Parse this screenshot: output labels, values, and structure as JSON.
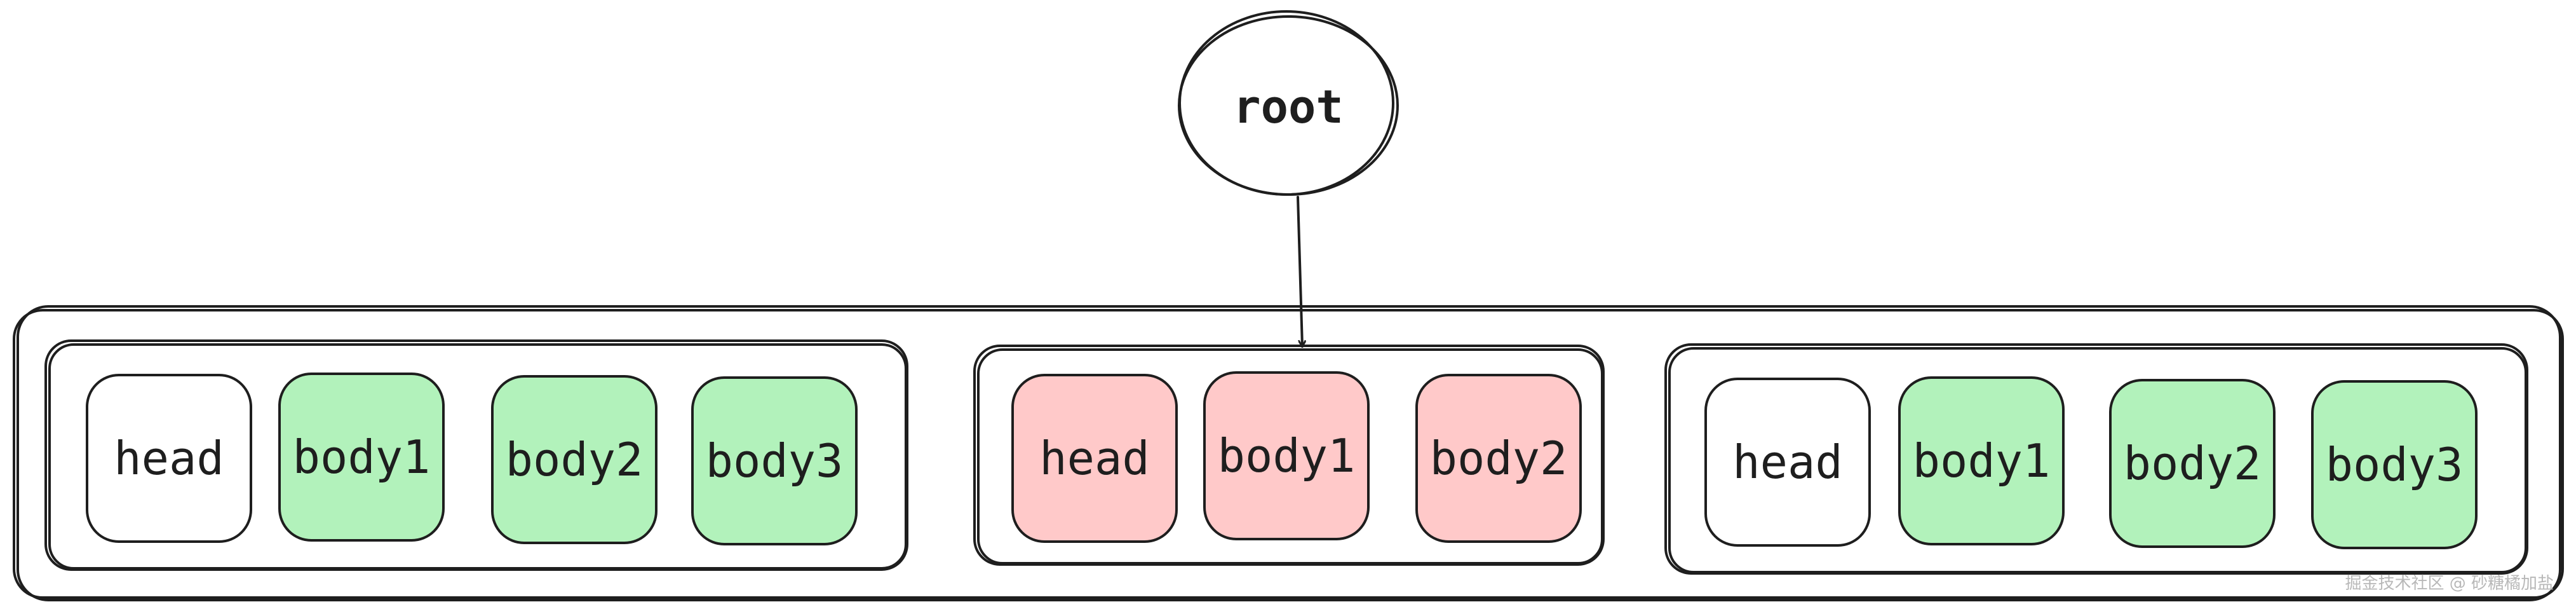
{
  "root": {
    "label": "root"
  },
  "groups": [
    {
      "items": [
        {
          "label": "head",
          "state": "plain"
        },
        {
          "label": "body1",
          "state": "ok"
        },
        {
          "label": "body2",
          "state": "ok"
        },
        {
          "label": "body3",
          "state": "ok"
        }
      ]
    },
    {
      "items": [
        {
          "label": "head",
          "state": "active"
        },
        {
          "label": "body1",
          "state": "active"
        },
        {
          "label": "body2",
          "state": "active"
        }
      ]
    },
    {
      "items": [
        {
          "label": "head",
          "state": "plain"
        },
        {
          "label": "body1",
          "state": "ok"
        },
        {
          "label": "body2",
          "state": "ok"
        },
        {
          "label": "body3",
          "state": "ok"
        }
      ]
    }
  ],
  "colors": {
    "plain": "#ffffff",
    "ok": "#b2f2bb",
    "active": "#ffc9c9",
    "stroke": "#1e1e1e"
  },
  "watermark": "掘金技术社区 @ 砂糖橘加盐"
}
